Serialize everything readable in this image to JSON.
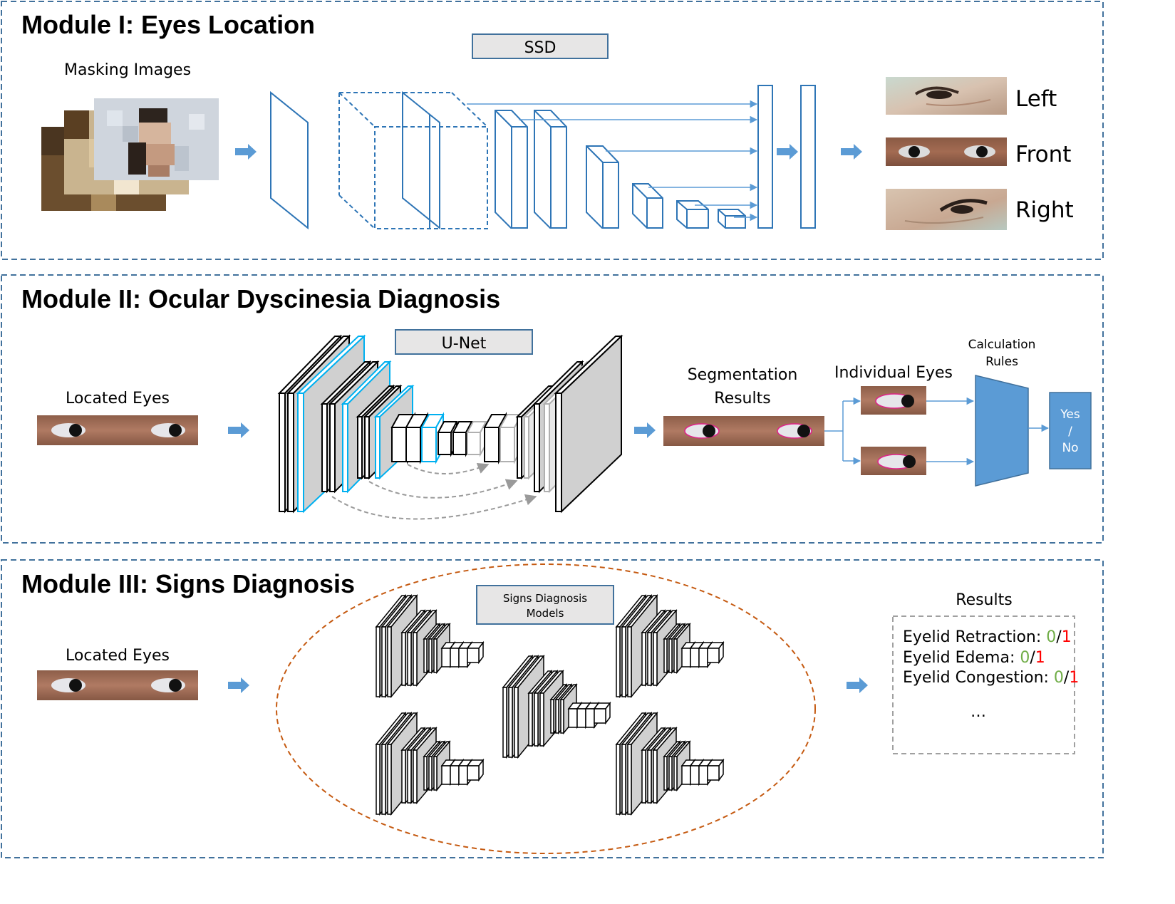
{
  "modules": {
    "m1": {
      "title": "Module I: Eyes Location",
      "input_label": "Masking Images",
      "network_label": "SSD",
      "outputs": [
        "Left",
        "Front",
        "Right"
      ]
    },
    "m2": {
      "title": "Module II: Ocular Dyscinesia Diagnosis",
      "input_label": "Located Eyes",
      "network_label": "U-Net",
      "segmentation_label_1": "Segmentation",
      "segmentation_label_2": "Results",
      "individual_label": "Individual Eyes",
      "calc_label_1": "Calculation",
      "calc_label_2": "Rules",
      "decision_1": "Yes",
      "decision_2": "/",
      "decision_3": "No"
    },
    "m3": {
      "title": "Module III: Signs Diagnosis",
      "input_label": "Located Eyes",
      "models_label_1": "Signs Diagnosis",
      "models_label_2": "Models",
      "results_title": "Results",
      "results": [
        {
          "name": "Eyelid Retraction: ",
          "zero": "0",
          "sep": "/",
          "one": "1"
        },
        {
          "name": "Eyelid Edema: ",
          "zero": "0",
          "sep": "/",
          "one": "1"
        },
        {
          "name": "Eyelid Congestion: ",
          "zero": "0",
          "sep": "/",
          "one": "1"
        }
      ],
      "results_more": "…"
    }
  },
  "colors": {
    "panel_border": "#41719c",
    "arrow_fill": "#5b9bd5",
    "ssd_stroke": "#2e75b6",
    "unet_cyan": "#00b0f0",
    "layer_gray": "#d0d0d0",
    "dashed_orange": "#c55a11",
    "zero_green": "#70ad47",
    "one_red": "#ff0000"
  }
}
